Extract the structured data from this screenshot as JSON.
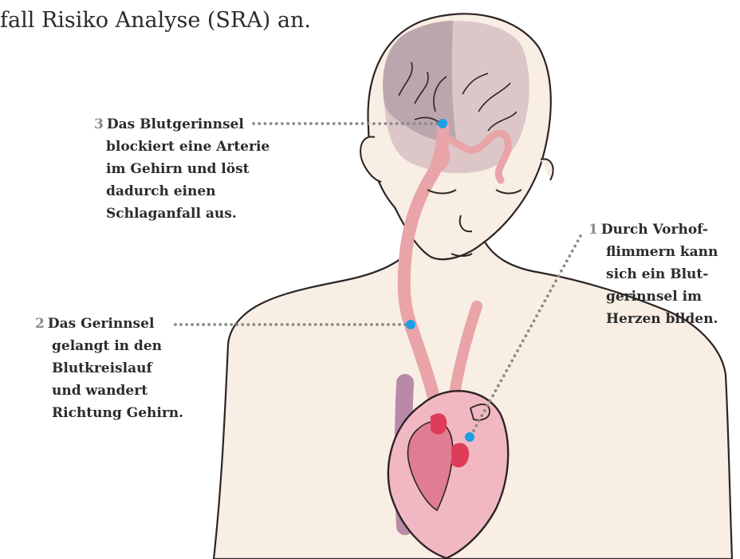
{
  "headline": "fall Risiko Analyse (SRA) an.",
  "colors": {
    "skin": "#f8eee4",
    "outline": "#2c2424",
    "brain": "#dcc6c8",
    "brain_shadow": "#bba6ae",
    "artery": "#e9a4a8",
    "artery_dark": "#d98188",
    "vein": "#b98aa7",
    "heart": "#f1b8c3",
    "heart_dark": "#e07d92",
    "heart_red": "#df3c5a",
    "clot": "#1e9ee5",
    "leader": "#8a8a82",
    "text": "#2b2b2b",
    "number": "#8a8a82"
  },
  "callouts": [
    {
      "id": "3",
      "number": "3",
      "lines": [
        "Das Blutgerinnsel",
        "blockiert eine Arterie",
        "im Gehirn und löst",
        "dadurch einen",
        "Schlaganfall aus."
      ]
    },
    {
      "id": "2",
      "number": "2",
      "lines": [
        "Das Gerinnsel",
        "gelangt in den",
        "Blutkreislauf",
        "und wandert",
        "Richtung Gehirn."
      ]
    },
    {
      "id": "1",
      "number": "1",
      "lines": [
        "Durch Vorhof-",
        "flimmern kann",
        "sich ein Blut-",
        "gerinnsel im",
        "Herzen bilden."
      ]
    }
  ]
}
